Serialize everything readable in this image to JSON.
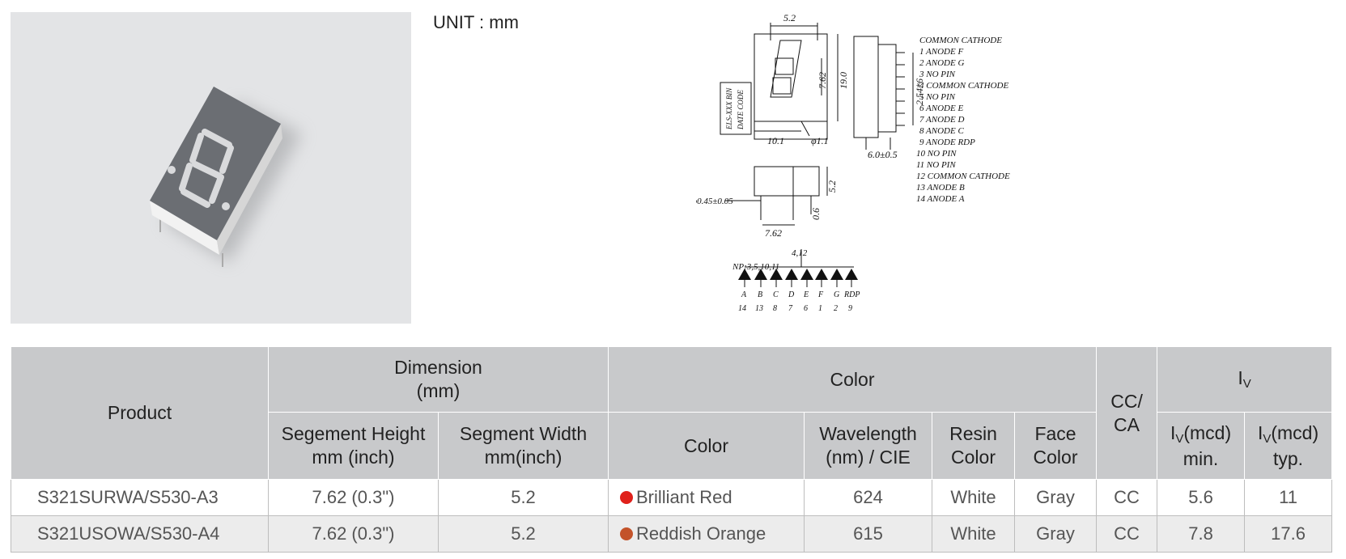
{
  "unit_label": "UNIT : mm",
  "drawing": {
    "dim_top": "5.2",
    "dim_height": "19.0",
    "dim_digit": "7.62",
    "dim_width": "10.1",
    "dim_hole": "φ1.1",
    "dim_pitch": "2.54*6",
    "dim_depth": "6.0±0.5",
    "dim_pin": "φ0.45±0.05",
    "dim_side": "5.2",
    "dim_lead": "0.6",
    "dim_row": "7.62",
    "side_label_1": "ELS-XXX BIN",
    "side_label_2": "DATE CODE",
    "circuit_common": "4,12",
    "circuit_np": "NP:3,5,10,11",
    "circuit_letters": [
      "A",
      "B",
      "C",
      "D",
      "E",
      "F",
      "G",
      "RDP"
    ],
    "circuit_numbers": [
      "14",
      "13",
      "8",
      "7",
      "6",
      "1",
      "2",
      "9"
    ],
    "pin_list": [
      "COMMON  CATHODE",
      "1  ANODE    F",
      "2  ANODE    G",
      "3  NO  PIN",
      "4  COMMON  CATHODE",
      "5  NO  PIN",
      "6  ANODE    E",
      "7  ANODE    D",
      "8  ANODE    C",
      "9  ANODE    RDP",
      "10  NO  PIN",
      "11  NO  PIN",
      "12  COMMON  CATHODE",
      "13  ANODE    B",
      "14  ANODE    A"
    ]
  },
  "table": {
    "h_product": "Product",
    "h_dimension_1": "Dimension",
    "h_dimension_2": "(mm)",
    "h_color_group": "Color",
    "h_cc_1": "CC/",
    "h_cc_2": "CA",
    "h_iv_main": "I",
    "h_iv_sub": "V",
    "h_seg_height_1": "Segement Height",
    "h_seg_height_2": "mm (inch)",
    "h_seg_width_1": "Segment Width",
    "h_seg_width_2": "mm(inch)",
    "h_color": "Color",
    "h_wavelength_1": "Wavelength",
    "h_wavelength_2": "(nm) / CIE",
    "h_resin_1": "Resin",
    "h_resin_2": "Color",
    "h_face_1": "Face",
    "h_face_2": "Color",
    "h_iv_min_a": "I",
    "h_iv_min_sub": "V",
    "h_iv_min_b": "(mcd)",
    "h_iv_min_c": "min.",
    "h_iv_typ_a": "I",
    "h_iv_typ_sub": "V",
    "h_iv_typ_b": "(mcd)",
    "h_iv_typ_c": "typ.",
    "rows": [
      {
        "product": "S321SURWA/S530-A3",
        "height": "7.62 (0.3\")",
        "width": "5.2",
        "color": "Brilliant Red",
        "dot": "#e0211b",
        "wavelength": "624",
        "resin": "White",
        "face": "Gray",
        "cc": "CC",
        "iv_min": "5.6",
        "iv_typ": "11"
      },
      {
        "product": "S321USOWA/S530-A4",
        "height": "7.62 (0.3\")",
        "width": "5.2",
        "color": "Reddish Orange",
        "dot": "#c3532a",
        "wavelength": "615",
        "resin": "White",
        "face": "Gray",
        "cc": "CC",
        "iv_min": "7.8",
        "iv_typ": "17.6"
      }
    ]
  }
}
